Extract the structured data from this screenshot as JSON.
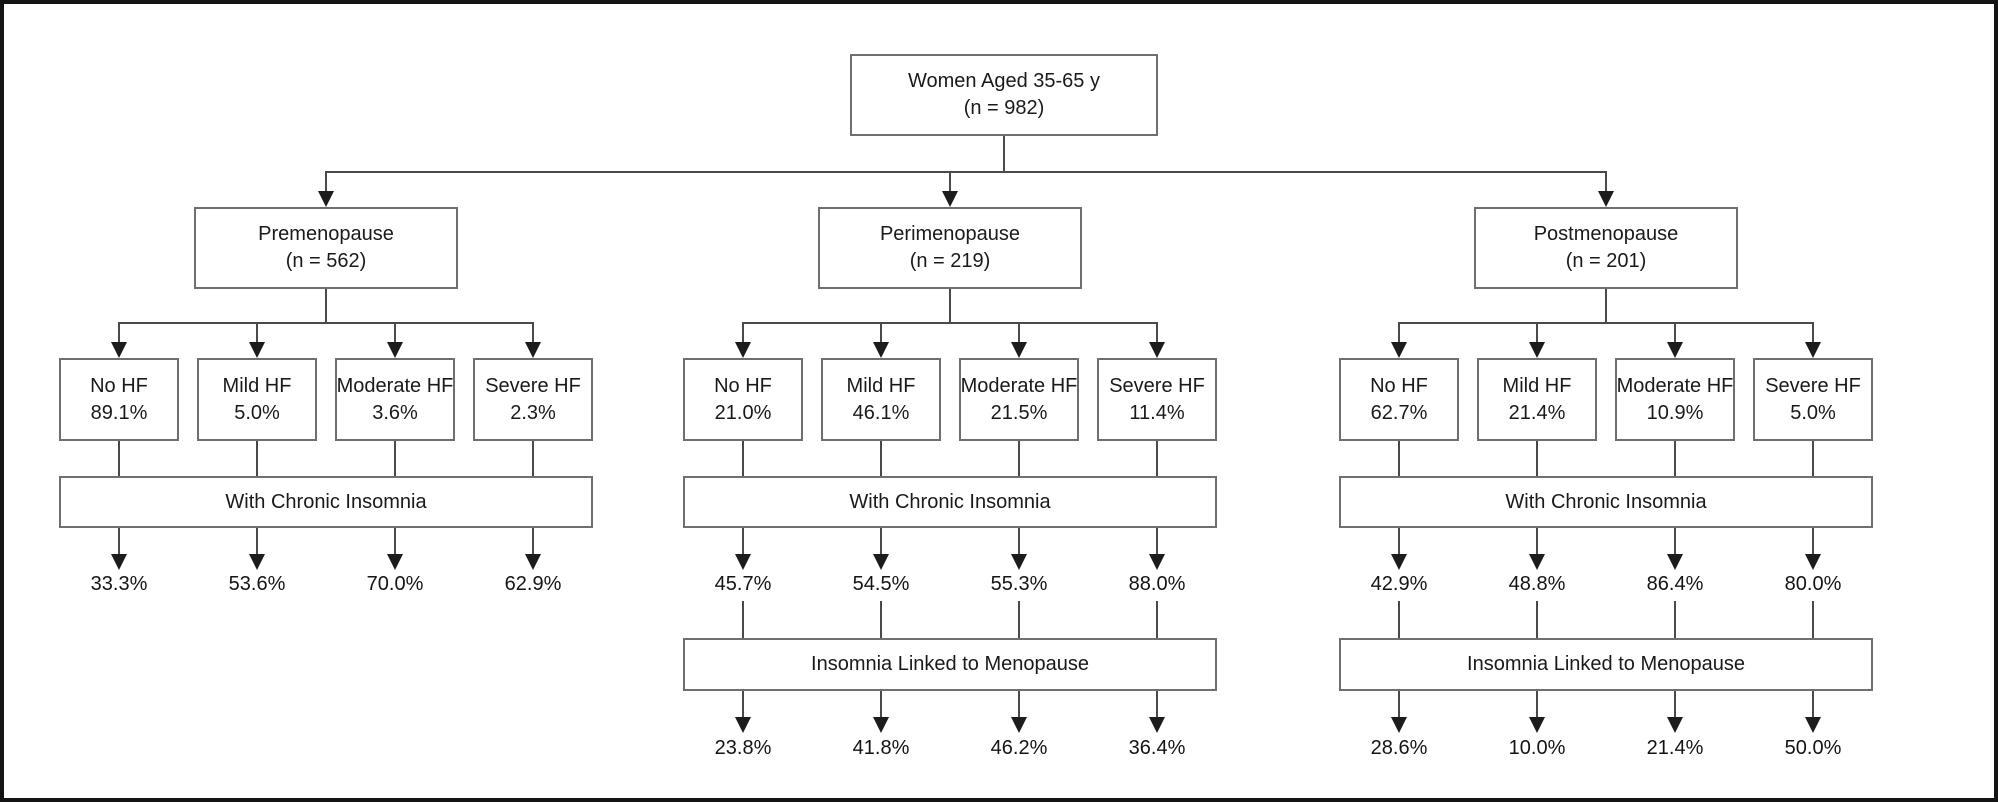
{
  "root": {
    "line1": "Women Aged 35-65 y",
    "line2": "(n = 982)"
  },
  "labels": {
    "with_chronic_insomnia": "With Chronic Insomnia",
    "insomnia_linked": "Insomnia Linked to Menopause"
  },
  "colors": {
    "box_border": "#6f6f6f",
    "connector_line": "#4a4a4a",
    "arrowhead": "#1c1c1c",
    "text": "#1a1a1a",
    "background": "#ffffff",
    "outer_border": "#141414"
  },
  "branches": [
    {
      "name": "Premenopause",
      "n": "(n = 562)",
      "hf": [
        {
          "label": "No HF",
          "pct": "89.1%",
          "chronic_pct": "33.3%"
        },
        {
          "label": "Mild HF",
          "pct": "5.0%",
          "chronic_pct": "53.6%"
        },
        {
          "label": "Moderate HF",
          "pct": "3.6%",
          "chronic_pct": "70.0%"
        },
        {
          "label": "Severe HF",
          "pct": "2.3%",
          "chronic_pct": "62.9%"
        }
      ]
    },
    {
      "name": "Perimenopause",
      "n": "(n = 219)",
      "hf": [
        {
          "label": "No HF",
          "pct": "21.0%",
          "chronic_pct": "45.7%",
          "linked_pct": "23.8%"
        },
        {
          "label": "Mild HF",
          "pct": "46.1%",
          "chronic_pct": "54.5%",
          "linked_pct": "41.8%"
        },
        {
          "label": "Moderate HF",
          "pct": "21.5%",
          "chronic_pct": "55.3%",
          "linked_pct": "46.2%"
        },
        {
          "label": "Severe HF",
          "pct": "11.4%",
          "chronic_pct": "88.0%",
          "linked_pct": "36.4%"
        }
      ]
    },
    {
      "name": "Postmenopause",
      "n": "(n = 201)",
      "hf": [
        {
          "label": "No HF",
          "pct": "62.7%",
          "chronic_pct": "42.9%",
          "linked_pct": "28.6%"
        },
        {
          "label": "Mild HF",
          "pct": "21.4%",
          "chronic_pct": "48.8%",
          "linked_pct": "10.0%"
        },
        {
          "label": "Moderate HF",
          "pct": "10.9%",
          "chronic_pct": "86.4%",
          "linked_pct": "21.4%"
        },
        {
          "label": "Severe HF",
          "pct": "5.0%",
          "chronic_pct": "80.0%",
          "linked_pct": "50.0%"
        }
      ]
    }
  ]
}
